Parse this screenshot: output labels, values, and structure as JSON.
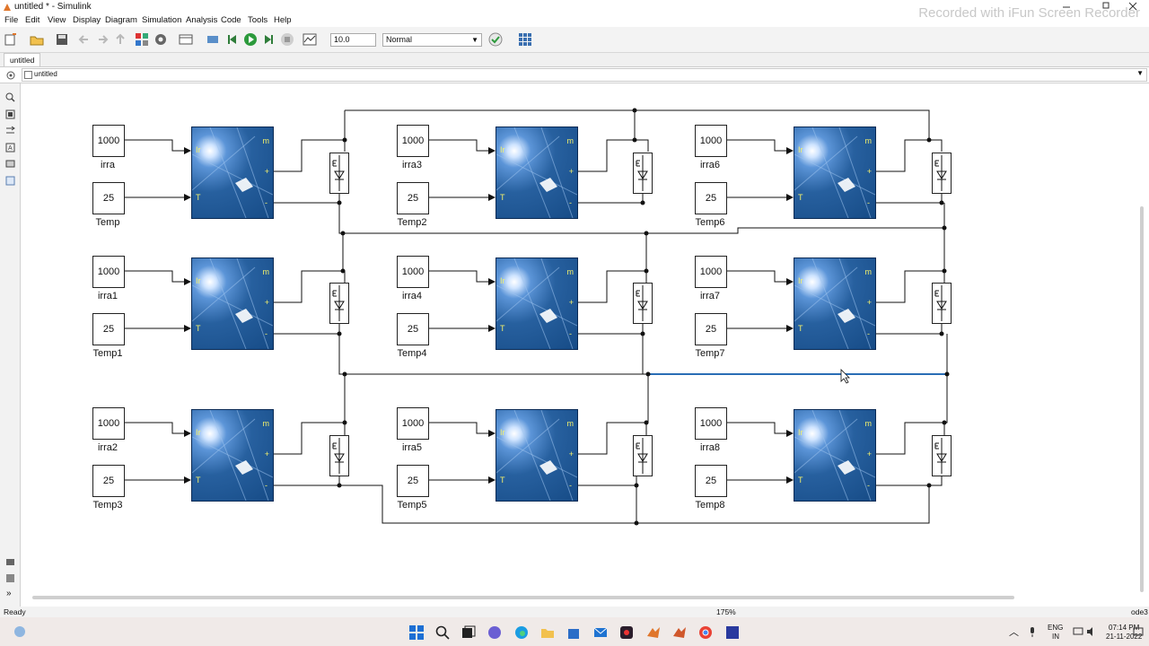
{
  "window": {
    "title": "untitled * - Simulink",
    "watermark": "Recorded with iFun Screen Recorder"
  },
  "menu": [
    "File",
    "Edit",
    "View",
    "Display",
    "Diagram",
    "Simulation",
    "Analysis",
    "Code",
    "Tools",
    "Help"
  ],
  "toolbar": {
    "stop_time": "10.0",
    "sim_mode": "Normal"
  },
  "tab": {
    "label": "untitled"
  },
  "address": {
    "path": "untitled"
  },
  "colors": {
    "panel_fill": "#1f5a9c",
    "panel_port_label": "#f3f06b",
    "selected_wire": "#2a6db5"
  },
  "blocks": {
    "irradiance": [
      {
        "value": "1000",
        "label": "irra"
      },
      {
        "value": "1000",
        "label": "irra1"
      },
      {
        "value": "1000",
        "label": "irra2"
      },
      {
        "value": "1000",
        "label": "irra3"
      },
      {
        "value": "1000",
        "label": "irra4"
      },
      {
        "value": "1000",
        "label": "irra5"
      },
      {
        "value": "1000",
        "label": "irra6"
      },
      {
        "value": "1000",
        "label": "irra7"
      },
      {
        "value": "1000",
        "label": "irra8"
      }
    ],
    "temperature": [
      {
        "value": "25",
        "label": "Temp"
      },
      {
        "value": "25",
        "label": "Temp1"
      },
      {
        "value": "25",
        "label": "Temp3"
      },
      {
        "value": "25",
        "label": "Temp2"
      },
      {
        "value": "25",
        "label": "Temp4"
      },
      {
        "value": "25",
        "label": "Temp5"
      },
      {
        "value": "25",
        "label": "Temp6"
      },
      {
        "value": "25",
        "label": "Temp7"
      },
      {
        "value": "25",
        "label": "Temp8"
      }
    ],
    "panel_ports": {
      "ir": "Ir",
      "t": "T",
      "m": "m",
      "plus": "+",
      "minus": "-"
    }
  },
  "status": {
    "left": "Ready",
    "zoom": "175%",
    "solver": "ode3"
  },
  "taskbar": {
    "lang": "ENG",
    "region": "IN",
    "time": "07:14 PM",
    "date": "21-11-2022"
  }
}
